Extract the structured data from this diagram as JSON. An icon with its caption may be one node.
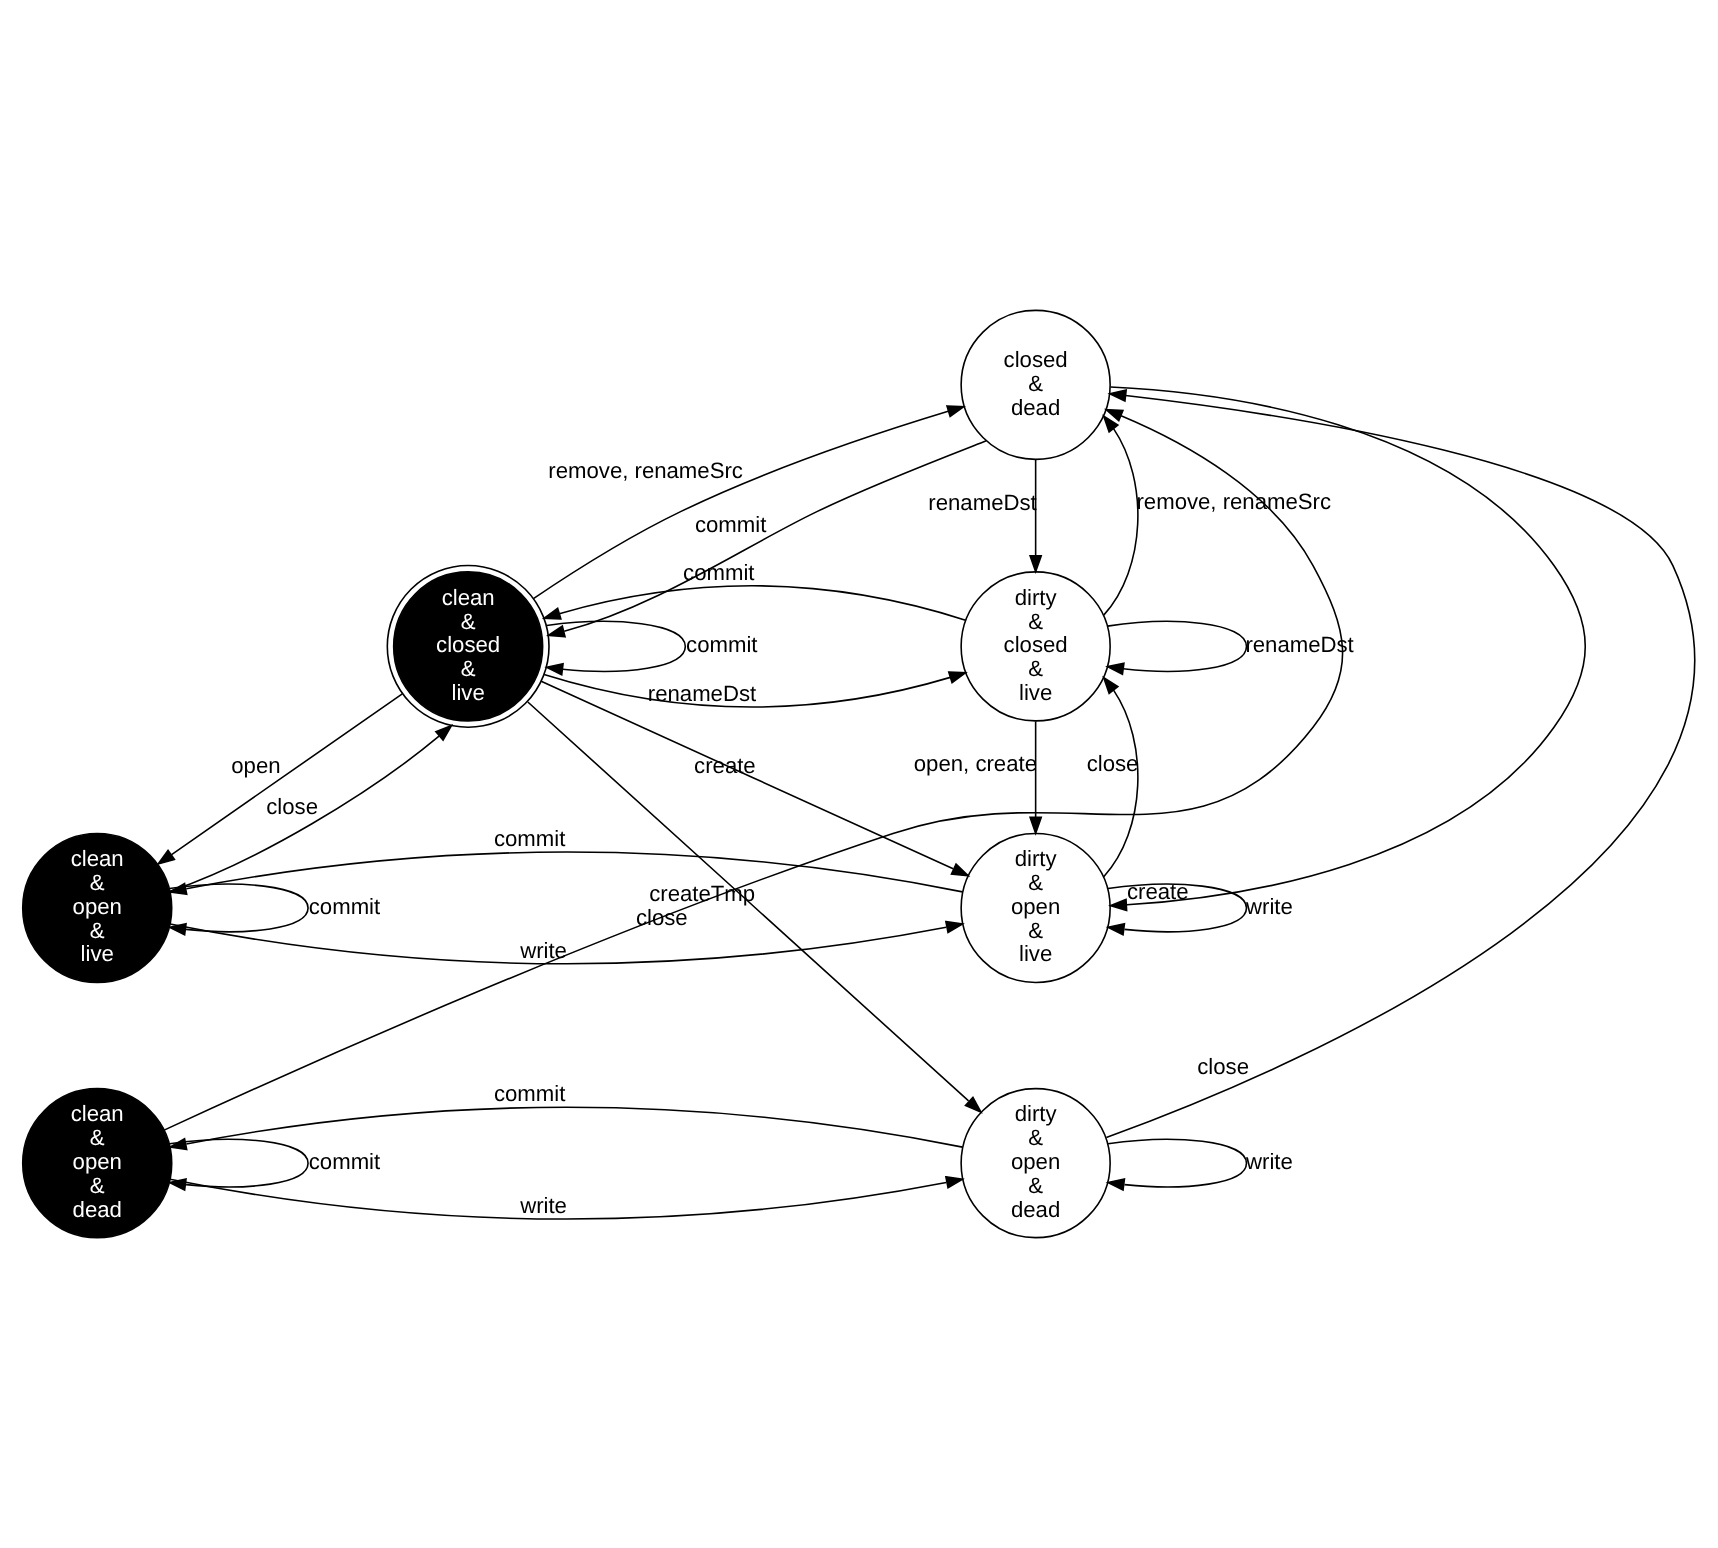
{
  "diagram": {
    "nodes": [
      {
        "text": [
          "closed & dead"
        ]
      },
      {
        "text": [
          "clean & closed & live"
        ]
      },
      {
        "text": [
          "dirty & closed & live"
        ]
      },
      {
        "text": [
          "clean & open & live"
        ]
      },
      {
        "text": [
          "dirty & open & live"
        ]
      },
      {
        "text": [
          "clean & open & dead"
        ]
      },
      {
        "text": [
          "dirty & open & dead"
        ]
      }
    ],
    "edges": [
      {
        "from": 5,
        "to": 0,
        "arrow": "to",
        "label": "close"
      },
      {
        "from": 6,
        "to": 0,
        "arrow": "to",
        "label": "close"
      },
      {
        "from": 0,
        "to": 4,
        "arrow": "to",
        "label": "create"
      },
      {
        "from": 1,
        "to": 0,
        "arrow": "to",
        "label": "remove, renameSrc"
      },
      {
        "from": 0,
        "to": 1,
        "arrow": "to",
        "label": "commit"
      },
      {
        "from": 0,
        "to": 2,
        "arrow": "to",
        "label": "renameDst"
      },
      {
        "from": 2,
        "to": 0,
        "arrow": "to",
        "label": "remove, renameSrc"
      },
      {
        "from": 1,
        "to": 1,
        "arrow": "to",
        "label": "commit"
      },
      {
        "from": 1,
        "to": 2,
        "arrow": "to",
        "label": "renameDst"
      },
      {
        "from": 2,
        "to": 1,
        "arrow": "to",
        "label": "commit"
      },
      {
        "from": 2,
        "to": 2,
        "arrow": "to",
        "label": "renameDst"
      },
      {
        "from": 1,
        "to": 3,
        "arrow": "to",
        "label": "open"
      },
      {
        "from": 3,
        "to": 1,
        "arrow": "to",
        "label": "close"
      },
      {
        "from": 1,
        "to": 4,
        "arrow": "to",
        "label": "create"
      },
      {
        "from": 1,
        "to": 6,
        "arrow": "to",
        "label": "createTmp"
      },
      {
        "from": 2,
        "to": 4,
        "arrow": "to",
        "label": "open, create"
      },
      {
        "from": 4,
        "to": 2,
        "arrow": "to",
        "label": "close"
      },
      {
        "from": 3,
        "to": 3,
        "arrow": "to",
        "label": "commit"
      },
      {
        "from": 3,
        "to": 4,
        "arrow": "to",
        "label": "write"
      },
      {
        "from": 4,
        "to": 3,
        "arrow": "to",
        "label": "commit"
      },
      {
        "from": 4,
        "to": 4,
        "arrow": "to",
        "label": "write"
      },
      {
        "from": 5,
        "to": 5,
        "arrow": "to",
        "label": "commit"
      },
      {
        "from": 5,
        "to": 6,
        "arrow": "to",
        "label": "write"
      },
      {
        "from": 6,
        "to": 5,
        "arrow": "to",
        "label": "commit"
      },
      {
        "from": 6,
        "to": 6,
        "arrow": "to",
        "label": "write"
      }
    ]
  }
}
